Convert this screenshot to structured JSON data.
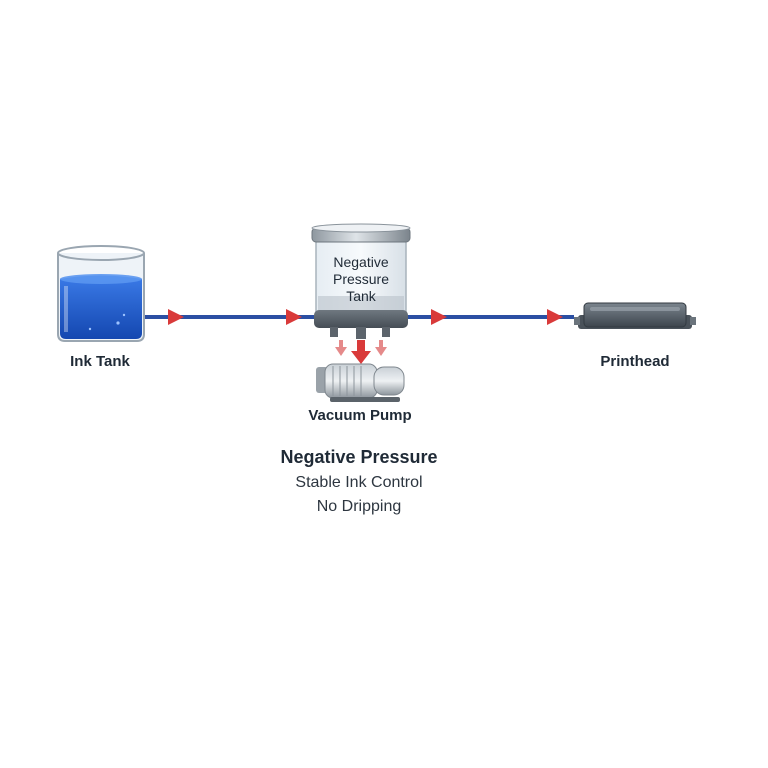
{
  "nodes": {
    "ink_tank": "Ink Tank",
    "negative_pressure_tank": [
      "Negative",
      "Pressure",
      "Tank"
    ],
    "vacuum_pump": "Vacuum Pump",
    "printhead": "Printhead"
  },
  "notes": {
    "title": "Negative Pressure",
    "lines": [
      "Stable Ink Control",
      "No Dripping"
    ]
  },
  "colors": {
    "pipe": "#2b4fa3",
    "arrow": "#d93a3a",
    "ink": "#1e5fd0",
    "metal": "#7d868e",
    "printhead": "#505a64"
  }
}
